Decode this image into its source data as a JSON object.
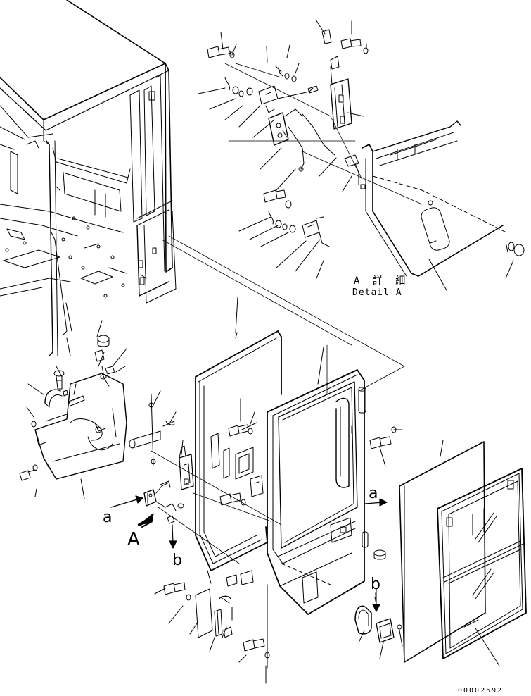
{
  "detail_label_jp": "A 詳 細",
  "detail_label_en": "Detail A",
  "callouts": {
    "a_left": "a",
    "b_left": "b",
    "A_view": "A",
    "a_right": "a",
    "b_right": "b"
  },
  "drawing_code": "00002692"
}
